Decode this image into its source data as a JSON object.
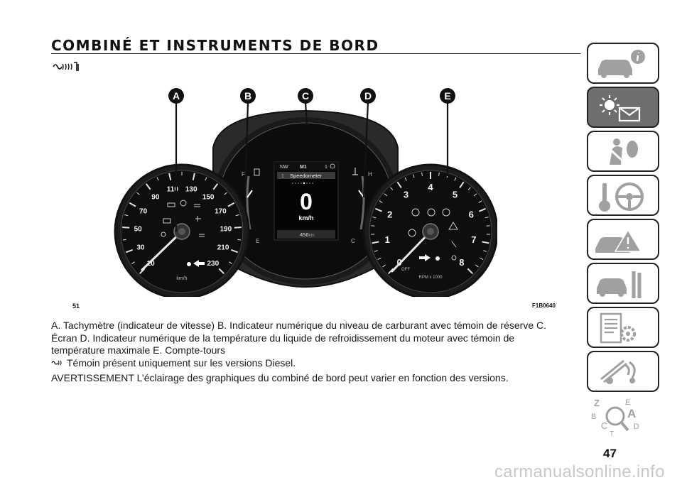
{
  "header": {
    "title": "COMBINÉ ET INSTRUMENTS DE BORD"
  },
  "figure": {
    "callouts": [
      "A",
      "B",
      "C",
      "D",
      "E"
    ],
    "id_left": "51",
    "id_right": "F1B0640",
    "speedometer": {
      "labels": [
        "10",
        "30",
        "50",
        "70",
        "90",
        "110",
        "130",
        "150",
        "170",
        "190",
        "210",
        "230"
      ],
      "unit": "km/h"
    },
    "tachometer": {
      "labels": [
        "0",
        "1",
        "2",
        "3",
        "4",
        "5",
        "6",
        "7",
        "8"
      ],
      "off_label": "OFF",
      "unit": "RPM x 1000"
    },
    "display": {
      "compass": "NW",
      "mode": "M1",
      "gear": "1",
      "menu_index": "1",
      "menu_title": "Speedometer",
      "speed_value": "0",
      "speed_unit": "km/h",
      "odometer_value": "456",
      "odometer_unit": "km"
    },
    "fuel_gauge": {
      "full": "F",
      "empty": "E"
    },
    "temp_gauge": {
      "hot": "H",
      "cold": "C"
    }
  },
  "caption": {
    "main": "A. Tachymètre (indicateur de vitesse) B. Indicateur numérique du niveau de carburant avec témoin de réserve C. Écran D. Indicateur numérique de la température du liquide de refroidissement du moteur avec témoin de température maximale E. Compte-tours",
    "diesel_note": "Témoin présent uniquement sur les versions Diesel.",
    "warning": "AVERTISSEMENT L’éclairage des graphiques du combiné de bord peut varier en fonction des versions."
  },
  "sidebar": {
    "tabs": [
      {
        "icon": "car-info-icon",
        "active": false
      },
      {
        "icon": "dashboard-lights-message-icon",
        "active": true
      },
      {
        "icon": "seatbelt-airbag-icon",
        "active": false
      },
      {
        "icon": "key-steering-wheel-icon",
        "active": false
      },
      {
        "icon": "crash-warning-icon",
        "active": false
      },
      {
        "icon": "car-service-tools-icon",
        "active": false
      },
      {
        "icon": "specs-gear-icon",
        "active": false
      },
      {
        "icon": "multimedia-icon",
        "active": false
      },
      {
        "icon": "index-search-icon",
        "active": false
      }
    ],
    "index_letters": [
      "Z",
      "E",
      "B",
      "A",
      "C",
      "D",
      "T"
    ]
  },
  "footer": {
    "page_number": "47",
    "watermark": "carmanualsonline.info"
  }
}
